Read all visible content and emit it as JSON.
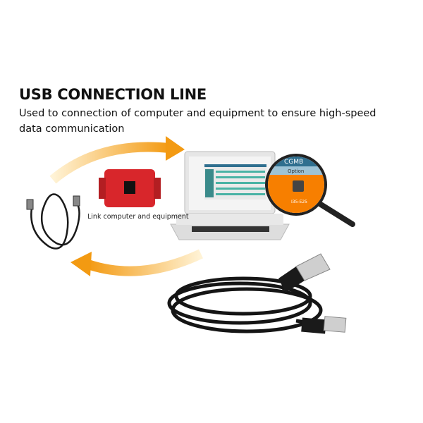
{
  "title": "USB CONNECTION LINE",
  "subtitle": "Used to connection of computer and equipment to ensure high-speed data communication",
  "caption": "Link computer and equipment",
  "magnifier": {
    "app_name": "CGMB",
    "menu": "Option",
    "chip_label": "I35-E25"
  },
  "colors": {
    "arrow": "#f5a623",
    "device": "#d8262b",
    "screen_orange": "#f77f00",
    "screen_header": "#2f6f8f"
  }
}
